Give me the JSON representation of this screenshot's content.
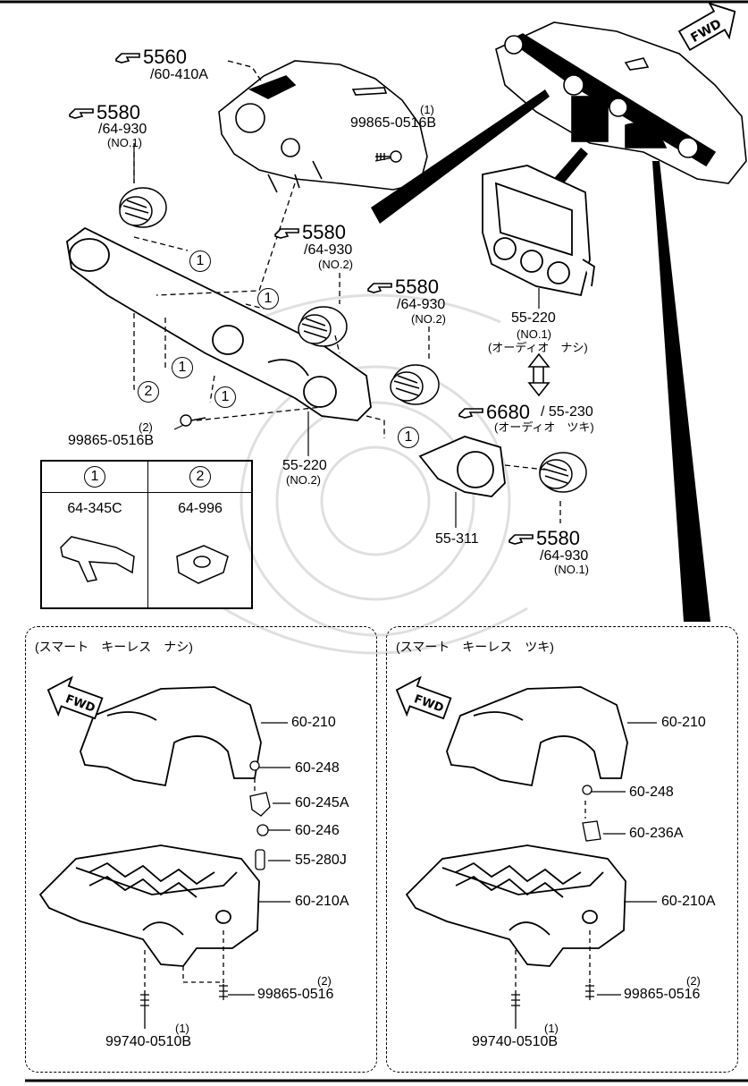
{
  "top_refs": {
    "r5560": {
      "num": "5560",
      "sub": "/60-410A"
    },
    "r5580_left": {
      "num": "5580",
      "sub": "/64-930",
      "note": "(NO.1)"
    },
    "r5580_mid": {
      "num": "5580",
      "sub": "/64-930",
      "note": "(NO.2)"
    },
    "r5580_right": {
      "num": "5580",
      "sub": "/64-930",
      "note": "(NO.2)"
    },
    "r5580_bottom": {
      "num": "5580",
      "sub": "/64-930",
      "note": "(NO.1)"
    },
    "r6680": {
      "num": "6680",
      "sub": "/ 55-230",
      "note": "(オーディオ　ツキ)"
    }
  },
  "parts": {
    "bolt_top_qty": "(1)",
    "bolt_top": "99865-0516B",
    "bolt_left_qty": "(2)",
    "bolt_left": "99865-0516B",
    "panel_no1": "55-220",
    "panel_no1_note": "(NO.1)",
    "panel_no1_jp": "(オーディオ　ナシ)",
    "panel_no2": "55-220",
    "panel_no2_note": "(NO.2)",
    "cover_311": "55-311"
  },
  "callouts": {
    "one": "1",
    "two": "2"
  },
  "legend": {
    "col1_mark": "1",
    "col1_part": "64-345C",
    "col2_mark": "2",
    "col2_part": "64-996"
  },
  "fwd": "FWD",
  "left_box": {
    "title": "(スマート　キーレス　ナシ)",
    "items": [
      "60-210",
      "60-248",
      "60-245A",
      "60-246",
      "55-280J",
      "60-210A"
    ],
    "screw_qty": "(2)",
    "screw": "99865-0516",
    "bolt_qty": "(1)",
    "bolt": "99740-0510B"
  },
  "right_box": {
    "title": "(スマート　キーレス　ツキ)",
    "items": [
      "60-210",
      "60-248",
      "60-236A",
      "60-210A"
    ],
    "screw_qty": "(2)",
    "screw": "99865-0516",
    "bolt_qty": "(1)",
    "bolt": "99740-0510B"
  }
}
